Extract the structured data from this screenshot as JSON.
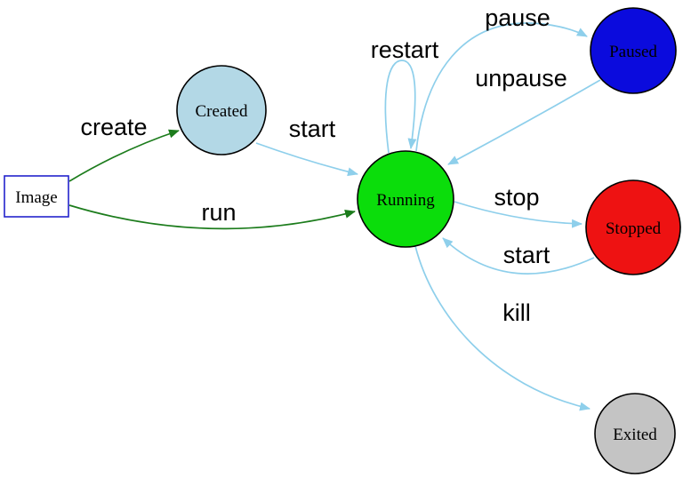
{
  "diagram": {
    "type": "state-diagram",
    "background": "#ffffff"
  },
  "colors": {
    "edge_green": "#1c7c1c",
    "edge_blue": "#8ecfeb",
    "node_border": "#000000",
    "image_border": "#2323cc",
    "label_text": "#000000"
  },
  "nodes": {
    "image": {
      "label": "Image",
      "shape": "rectangle",
      "fill": "#ffffff",
      "stroke": "#2323cc"
    },
    "created": {
      "label": "Created",
      "shape": "circle",
      "fill": "#b3d8e6",
      "stroke": "#000000"
    },
    "running": {
      "label": "Running",
      "shape": "circle",
      "fill": "#0bdd0b",
      "stroke": "#000000"
    },
    "paused": {
      "label": "Paused",
      "shape": "circle",
      "fill": "#0b0bdd",
      "stroke": "#000000"
    },
    "stopped": {
      "label": "Stopped",
      "shape": "circle",
      "fill": "#ee1212",
      "stroke": "#000000"
    },
    "exited": {
      "label": "Exited",
      "shape": "circle",
      "fill": "#c4c4c4",
      "stroke": "#000000"
    }
  },
  "edges": {
    "create": {
      "label": "create",
      "from": "image",
      "to": "created",
      "color": "#1c7c1c"
    },
    "run": {
      "label": "run",
      "from": "image",
      "to": "running",
      "color": "#1c7c1c"
    },
    "start_created": {
      "label": "start",
      "from": "created",
      "to": "running",
      "color": "#8ecfeb"
    },
    "restart": {
      "label": "restart",
      "from": "running",
      "to": "running",
      "color": "#8ecfeb"
    },
    "pause": {
      "label": "pause",
      "from": "running",
      "to": "paused",
      "color": "#8ecfeb"
    },
    "unpause": {
      "label": "unpause",
      "from": "paused",
      "to": "running",
      "color": "#8ecfeb"
    },
    "stop": {
      "label": "stop",
      "from": "running",
      "to": "stopped",
      "color": "#8ecfeb"
    },
    "start_stopped": {
      "label": "start",
      "from": "stopped",
      "to": "running",
      "color": "#8ecfeb"
    },
    "kill": {
      "label": "kill",
      "from": "running",
      "to": "exited",
      "color": "#8ecfeb"
    }
  }
}
